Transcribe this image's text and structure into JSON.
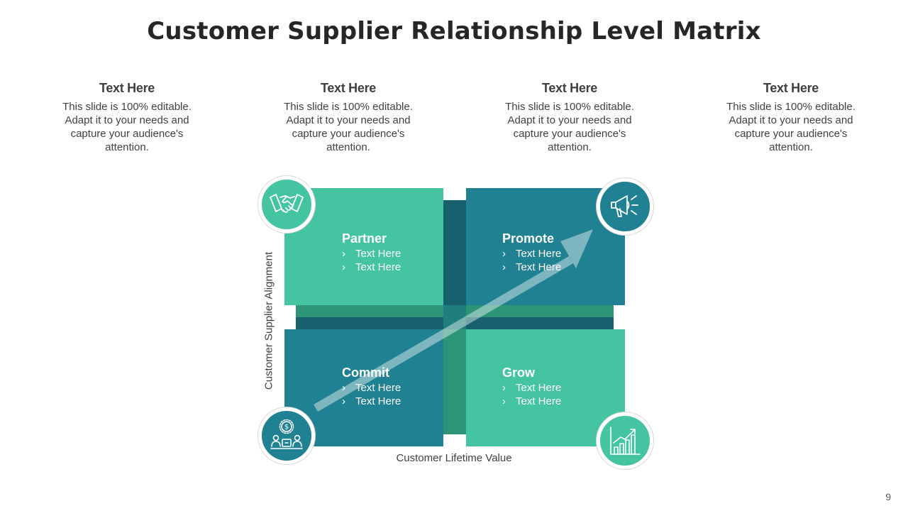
{
  "slide": {
    "title": "Customer Supplier Relationship Level Matrix",
    "page_number": "9"
  },
  "columns": [
    {
      "heading": "Text Here",
      "body": "This slide is 100% editable. Adapt it to your needs and capture your audience's attention."
    },
    {
      "heading": "Text Here",
      "body": "This slide is 100% editable. Adapt it to your needs and capture your audience's attention."
    },
    {
      "heading": "Text Here",
      "body": "This slide is 100% editable. Adapt it to your needs and capture your audience's attention."
    },
    {
      "heading": "Text Here",
      "body": "This slide is 100% editable. Adapt it to your needs and capture your audience's attention."
    }
  ],
  "matrix": {
    "y_axis_label": "Customer Supplier Alignment",
    "x_axis_label": "Customer Lifetime Value",
    "quadrants": {
      "partner": {
        "title": "Partner",
        "items": [
          "Text Here",
          "Text Here"
        ],
        "icon": "handshake-icon",
        "color": "#45c4a2"
      },
      "promote": {
        "title": "Promote",
        "items": [
          "Text Here",
          "Text Here"
        ],
        "icon": "megaphone-icon",
        "color": "#1f8192"
      },
      "commit": {
        "title": "Commit",
        "items": [
          "Text Here",
          "Text Here"
        ],
        "icon": "team-money-icon",
        "color": "#1f8192"
      },
      "grow": {
        "title": "Grow",
        "items": [
          "Text Here",
          "Text Here"
        ],
        "icon": "growth-chart-icon",
        "color": "#45c4a2"
      }
    },
    "chevron": "›",
    "colors": {
      "teal_light": "#45c4a2",
      "teal_dark": "#1f8192",
      "band_green": "#2e9478",
      "band_dark": "#17616e"
    }
  }
}
